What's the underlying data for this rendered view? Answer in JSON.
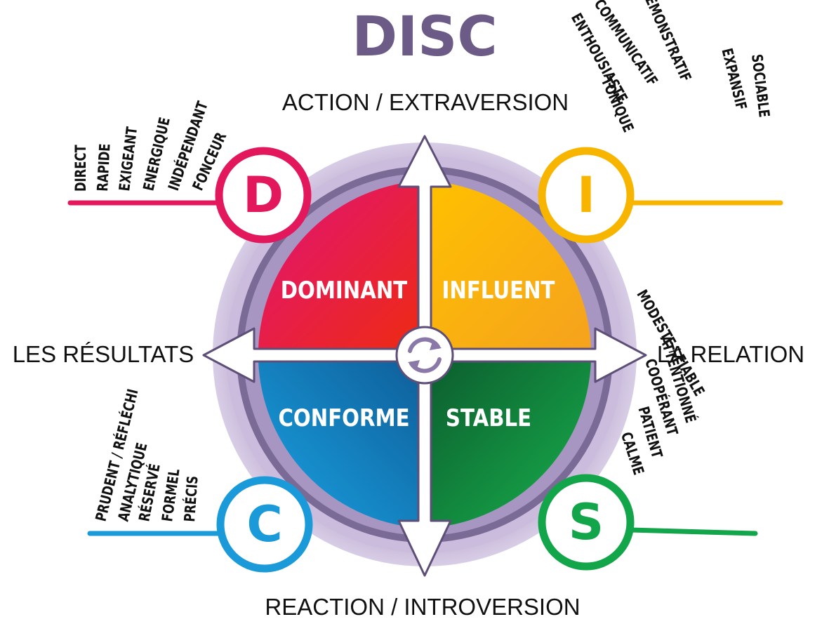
{
  "title": "DISC",
  "axes": {
    "top": "ACTION / EXTRAVERSION",
    "bottom": "REACTION / INTROVERSION",
    "left": "LES RÉSULTATS",
    "right": "LA RELATION"
  },
  "quadrants": {
    "d": {
      "letter": "D",
      "label": "DOMINANT",
      "traits": [
        "DIRECT",
        "RAPIDE",
        "EXIGEANT",
        "ENERGIQUE",
        "INDÉPENDANT",
        "FONCEUR"
      ]
    },
    "i": {
      "letter": "I",
      "label": "INFLUENT",
      "traits": [
        "TONIQUE",
        "ENTHOUSIASTE",
        "COMMUNICATIF",
        "DÉMONSTRATIF",
        "EXPANSIF",
        "SOCIABLE"
      ]
    },
    "c": {
      "letter": "C",
      "label": "CONFORME",
      "traits": [
        "PRUDENT / RÉFLÉCHI",
        "ANALYTIQUE",
        "RÉSERVÉ",
        "FORMEL",
        "PRÉCIS"
      ]
    },
    "s": {
      "letter": "S",
      "label": "STABLE",
      "traits": [
        "CALME",
        "PATIENT",
        "COOPÉRANT",
        "ATTENTIONNÉ",
        "MODESTE / FIABLE"
      ]
    }
  },
  "colors": {
    "title": "#6b5b86",
    "d": "#e3185c",
    "i": "#f7b500",
    "c": "#1a9ad9",
    "s": "#13a54a",
    "ring": "#8d7aa6"
  },
  "icons": {
    "center": "refresh-cycle-icon"
  }
}
